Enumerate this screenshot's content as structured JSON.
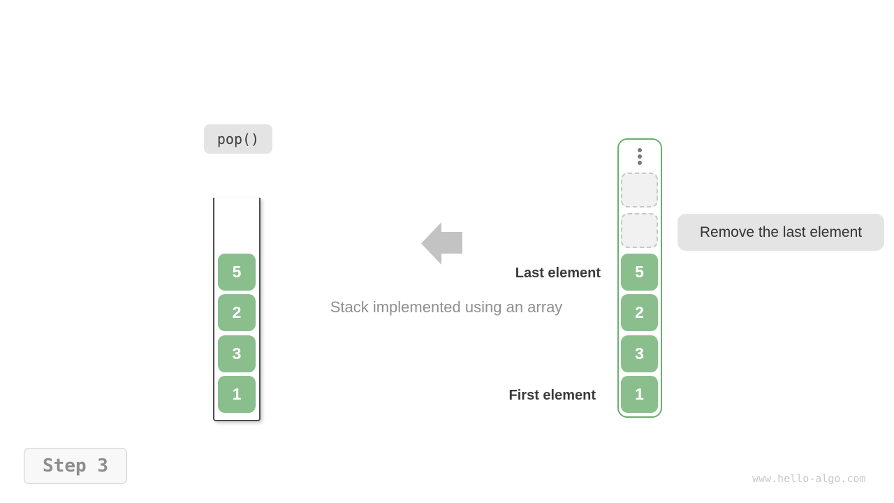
{
  "diagram": {
    "operation": "pop()",
    "caption": "Stack implemented using an array",
    "annotation": "Remove the last element",
    "last_label": "Last element",
    "first_label": "First element",
    "step": "Step 3",
    "watermark": "www.hello-algo.com"
  },
  "stack": {
    "values": [
      "5",
      "2",
      "3",
      "1"
    ]
  },
  "array": {
    "values": [
      "5",
      "2",
      "3",
      "1"
    ],
    "empty_slots": 2,
    "ellipsis_icon": "vertical-dots"
  },
  "colors": {
    "cell_green": "#8abf8d",
    "array_border_green": "#65b26b",
    "stack_border_gray": "#4d4d4d",
    "badge_bg": "#e4e4e4",
    "arrow_gray": "#c3c3c3",
    "caption_gray": "#8f8f8f",
    "dark_text": "#3b3b3b",
    "slot_bg": "#f1f1f1",
    "slot_border": "#c8c8c8"
  }
}
